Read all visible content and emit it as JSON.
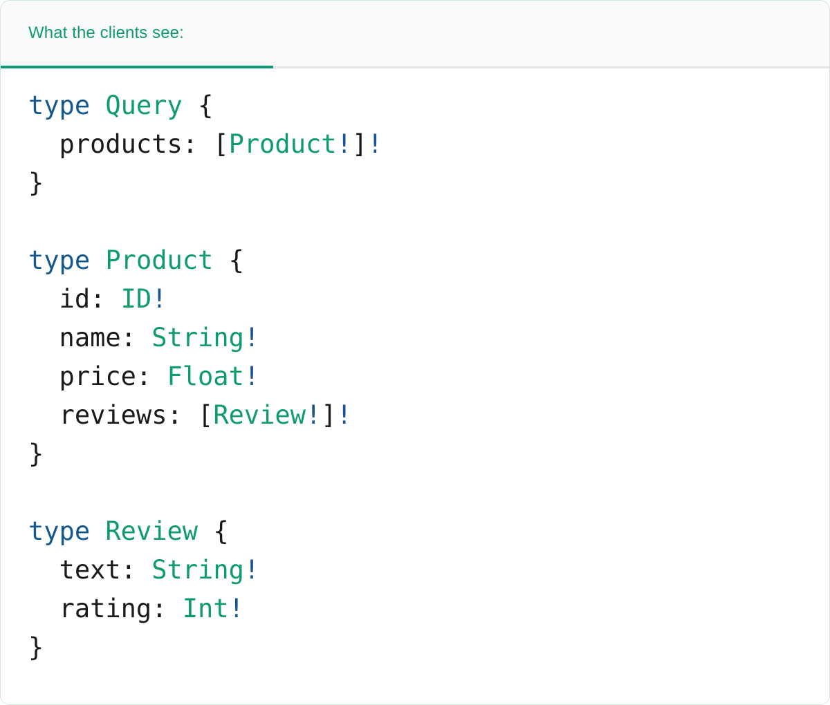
{
  "card": {
    "border_color": "#cfe6da",
    "background": "#ffffff",
    "corner_radius": "14px"
  },
  "header": {
    "background": "#fafafa",
    "tabs": [
      {
        "label": "What the clients see:",
        "active": true,
        "accent_color": "#10987b",
        "text_color": "#0e9b6d"
      }
    ],
    "divider_color": "#e6e6e6"
  },
  "editor": {
    "language": "graphql",
    "theme": {
      "keyword": "#14588c",
      "type_name": "#0e9b6d",
      "non_null_bang": "#1a5490",
      "punctuation": "#1a1a1a",
      "field_name": "#1a1a1a",
      "background": "#ffffff"
    },
    "lines": [
      {
        "id": "line-1",
        "tokens": [
          {
            "t": "type",
            "k": "kw"
          },
          {
            "t": " ",
            "k": "plain"
          },
          {
            "t": "Query",
            "k": "type"
          },
          {
            "t": " ",
            "k": "plain"
          },
          {
            "t": "{",
            "k": "punct"
          }
        ]
      },
      {
        "id": "line-2",
        "tokens": [
          {
            "t": "  products: ",
            "k": "field"
          },
          {
            "t": "[",
            "k": "punct"
          },
          {
            "t": "Product",
            "k": "type"
          },
          {
            "t": "!",
            "k": "bang"
          },
          {
            "t": "]",
            "k": "punct"
          },
          {
            "t": "!",
            "k": "bang"
          }
        ]
      },
      {
        "id": "line-3",
        "tokens": [
          {
            "t": "}",
            "k": "punct"
          }
        ]
      },
      {
        "id": "line-4",
        "tokens": [
          {
            "t": " ",
            "k": "plain"
          }
        ]
      },
      {
        "id": "line-5",
        "tokens": [
          {
            "t": "type",
            "k": "kw"
          },
          {
            "t": " ",
            "k": "plain"
          },
          {
            "t": "Product",
            "k": "type"
          },
          {
            "t": " ",
            "k": "plain"
          },
          {
            "t": "{",
            "k": "punct"
          }
        ]
      },
      {
        "id": "line-6",
        "tokens": [
          {
            "t": "  id: ",
            "k": "field"
          },
          {
            "t": "ID",
            "k": "type"
          },
          {
            "t": "!",
            "k": "bang"
          }
        ]
      },
      {
        "id": "line-7",
        "tokens": [
          {
            "t": "  name: ",
            "k": "field"
          },
          {
            "t": "String",
            "k": "type"
          },
          {
            "t": "!",
            "k": "bang"
          }
        ]
      },
      {
        "id": "line-8",
        "tokens": [
          {
            "t": "  price: ",
            "k": "field"
          },
          {
            "t": "Float",
            "k": "type"
          },
          {
            "t": "!",
            "k": "bang"
          }
        ]
      },
      {
        "id": "line-9",
        "tokens": [
          {
            "t": "  reviews: ",
            "k": "field"
          },
          {
            "t": "[",
            "k": "punct"
          },
          {
            "t": "Review",
            "k": "type"
          },
          {
            "t": "!",
            "k": "bang"
          },
          {
            "t": "]",
            "k": "punct"
          },
          {
            "t": "!",
            "k": "bang"
          }
        ]
      },
      {
        "id": "line-10",
        "tokens": [
          {
            "t": "}",
            "k": "punct"
          }
        ]
      },
      {
        "id": "line-11",
        "tokens": [
          {
            "t": " ",
            "k": "plain"
          }
        ]
      },
      {
        "id": "line-12",
        "tokens": [
          {
            "t": "type",
            "k": "kw"
          },
          {
            "t": " ",
            "k": "plain"
          },
          {
            "t": "Review",
            "k": "type"
          },
          {
            "t": " ",
            "k": "plain"
          },
          {
            "t": "{",
            "k": "punct"
          }
        ]
      },
      {
        "id": "line-13",
        "tokens": [
          {
            "t": "  text: ",
            "k": "field"
          },
          {
            "t": "String",
            "k": "type"
          },
          {
            "t": "!",
            "k": "bang"
          }
        ]
      },
      {
        "id": "line-14",
        "tokens": [
          {
            "t": "  rating: ",
            "k": "field"
          },
          {
            "t": "Int",
            "k": "type"
          },
          {
            "t": "!",
            "k": "bang"
          }
        ]
      },
      {
        "id": "line-15",
        "tokens": [
          {
            "t": "}",
            "k": "punct"
          }
        ]
      }
    ]
  }
}
